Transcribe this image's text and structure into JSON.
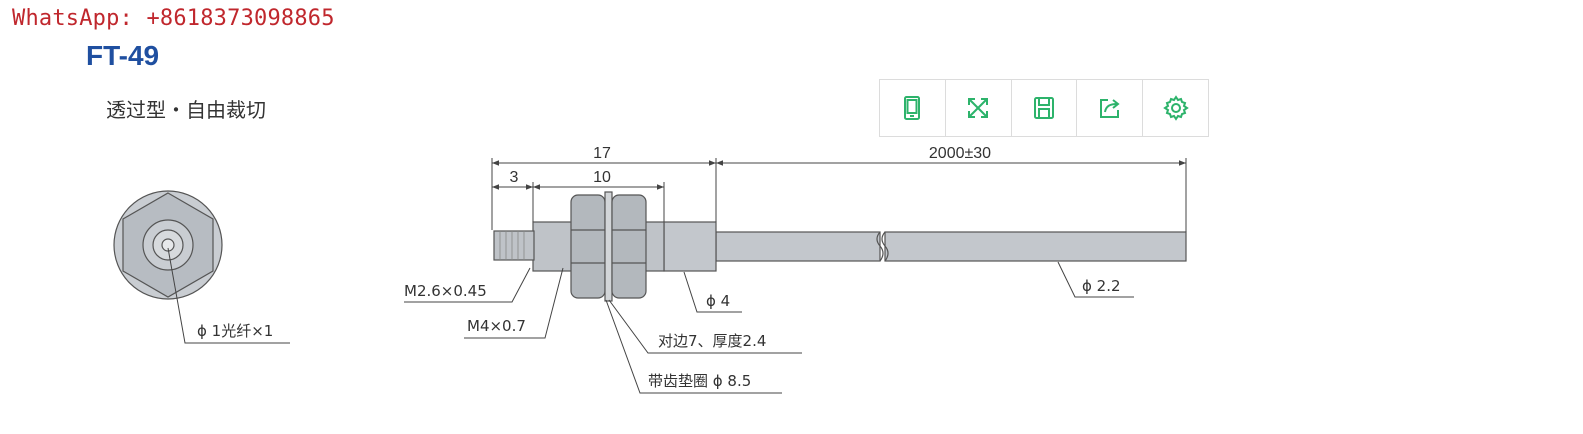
{
  "watermark": "WhatsApp: +8618373098865",
  "model": "FT-49",
  "subtitle": "透过型・自由裁切",
  "toolbar": {
    "color": "#2db36b",
    "icons": [
      "tablet-icon",
      "expand-icon",
      "save-icon",
      "share-icon",
      "gear-icon"
    ]
  },
  "dims": {
    "total": "17",
    "tip": "3",
    "thread": "10",
    "cable": "2000±30"
  },
  "labels": {
    "fiber": "ϕ 1光纤×1",
    "tip_thread": "M2.6×0.45",
    "body_thread": "M4×0.7",
    "sleeve_dia": "ϕ 4",
    "nut": "对边7、厚度2.4",
    "washer": "带齿垫圈 ϕ 8.5",
    "cable_dia": "ϕ 2.2"
  }
}
